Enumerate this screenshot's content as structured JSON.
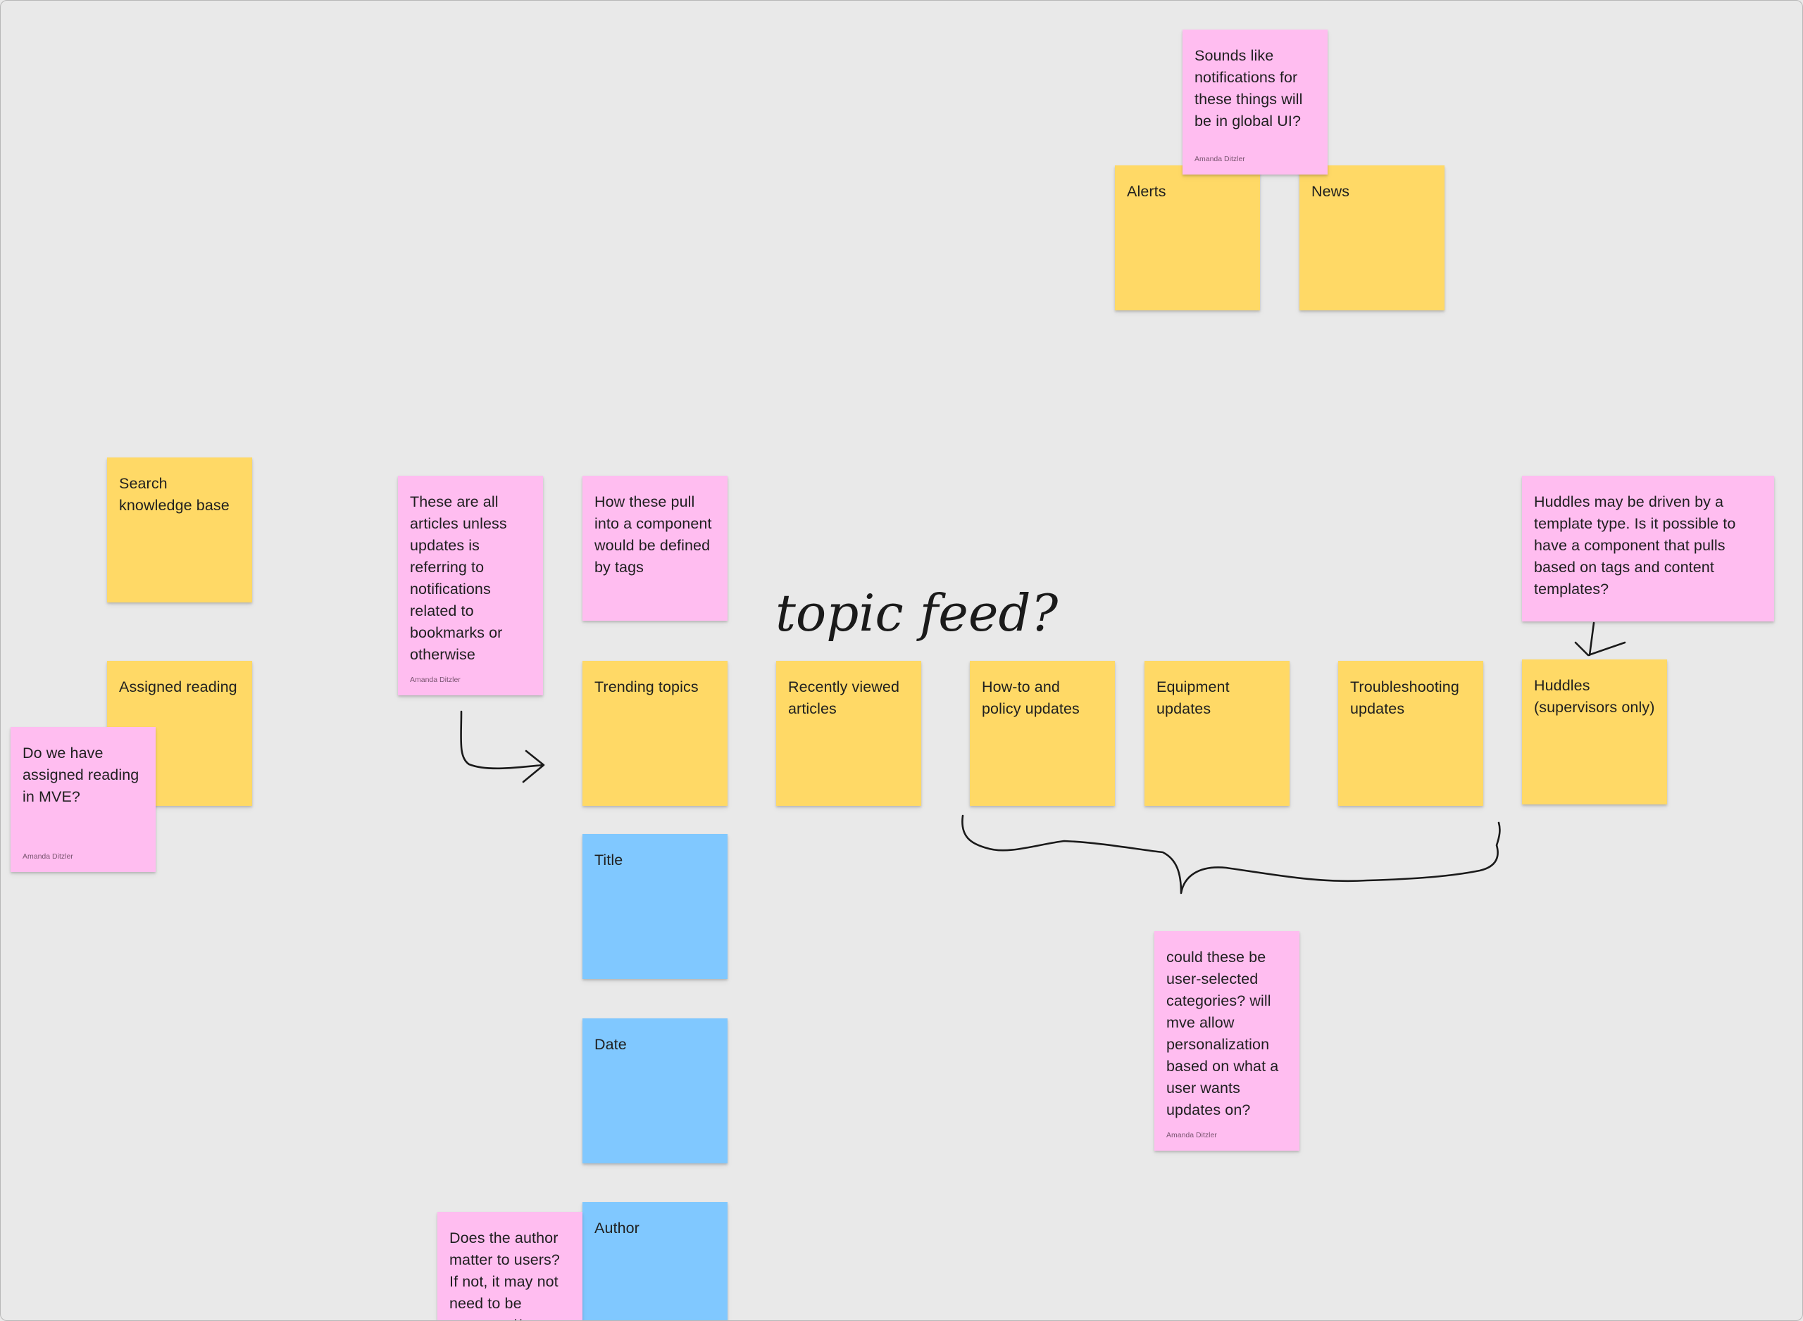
{
  "board": {
    "colors": {
      "background": "#e9e9e9",
      "yellow": "#ffd966",
      "pink": "#ffbdf0",
      "blue": "#80c8ff"
    },
    "handwriting": "topic feed?"
  },
  "stickies": {
    "global_ui_note": {
      "text": "Sounds like notifications for these things will be in global UI?",
      "author": "Amanda Ditzler"
    },
    "alerts": {
      "text": "Alerts"
    },
    "news": {
      "text": "News"
    },
    "search_kb": {
      "text": "Search knowledge base"
    },
    "articles_note": {
      "text": "These are all articles unless updates is referring to notifications related to bookmarks or otherwise",
      "author": "Amanda Ditzler"
    },
    "tags_note": {
      "text": "How these pull into a component would be defined by tags"
    },
    "huddles_note": {
      "text": "Huddles may be driven by a template type. Is it possible to have a component that pulls based on tags and content templates?"
    },
    "assigned_reading": {
      "text": "Assigned reading"
    },
    "mve_note": {
      "text": "Do we have assigned reading in MVE?",
      "author": "Amanda Ditzler"
    },
    "trending_topics": {
      "text": "Trending topics"
    },
    "recently_viewed": {
      "text": "Recently viewed articles"
    },
    "howto_policy": {
      "text": "How-to and policy updates"
    },
    "equipment": {
      "text": "Equipment updates"
    },
    "troubleshooting": {
      "text": "Troubleshooting updates"
    },
    "huddles": {
      "text": "Huddles (supervisors only)"
    },
    "title": {
      "text": "Title"
    },
    "date": {
      "text": "Date"
    },
    "author": {
      "text": "Author"
    },
    "user_selected_note": {
      "text": "could these be user-selected categories? will mve allow personalization based on what a user wants updates on?",
      "author": "Amanda Ditzler"
    },
    "author_note": {
      "text": "Does the author matter to users? If not, it may not need to be presented/"
    }
  }
}
